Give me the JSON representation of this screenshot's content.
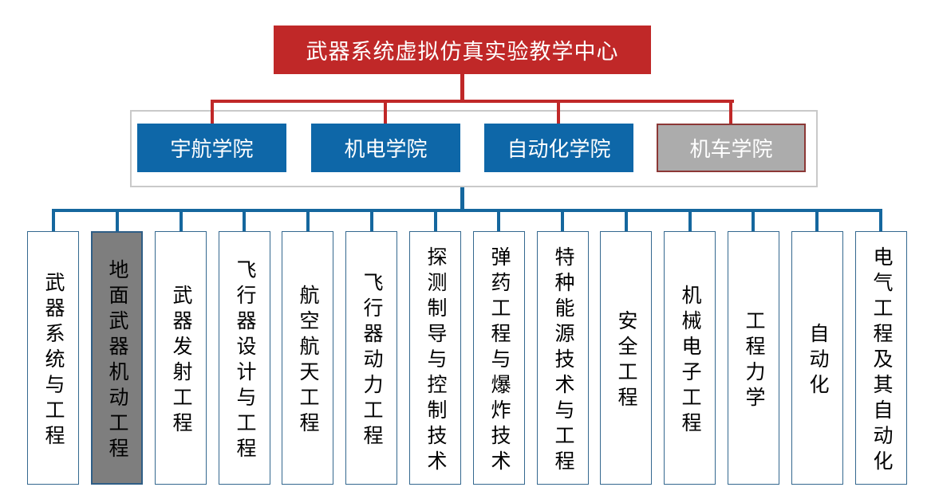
{
  "title": "武器系统虚拟仿真实验教学中心",
  "colors": {
    "root_red": "#c02828",
    "connector_red": "#c02828",
    "college_blue": "#0e67a8",
    "connector_blue": "#15679e",
    "college_gray_fill": "#acacac",
    "college_gray_border": "#8c3836",
    "major_border_blue": "#34688f",
    "major_highlight_gray": "#7e7e7e",
    "frame_border_gray": "#c9c9c9"
  },
  "colleges": [
    {
      "label": "宇航学院",
      "style": "blue"
    },
    {
      "label": "机电学院",
      "style": "blue"
    },
    {
      "label": "自动化学院",
      "style": "blue"
    },
    {
      "label": "机车学院",
      "style": "gray"
    }
  ],
  "majors": [
    {
      "label": "武器系统与工程",
      "highlighted": false
    },
    {
      "label": "地面武器机动工程",
      "highlighted": true
    },
    {
      "label": "武器发射工程",
      "highlighted": false
    },
    {
      "label": "飞行器设计与工程",
      "highlighted": false
    },
    {
      "label": "航空航天工程",
      "highlighted": false
    },
    {
      "label": "飞行器动力工程",
      "highlighted": false
    },
    {
      "label": "探测制导与控制技术",
      "highlighted": false
    },
    {
      "label": "弹药工程与爆炸技术",
      "highlighted": false
    },
    {
      "label": "特种能源技术与工程",
      "highlighted": false
    },
    {
      "label": "安全工程",
      "highlighted": false
    },
    {
      "label": "机械电子工程",
      "highlighted": false
    },
    {
      "label": "工程力学",
      "highlighted": false
    },
    {
      "label": "自动化",
      "highlighted": false
    },
    {
      "label": "电气工程及其自动化",
      "highlighted": false
    }
  ]
}
